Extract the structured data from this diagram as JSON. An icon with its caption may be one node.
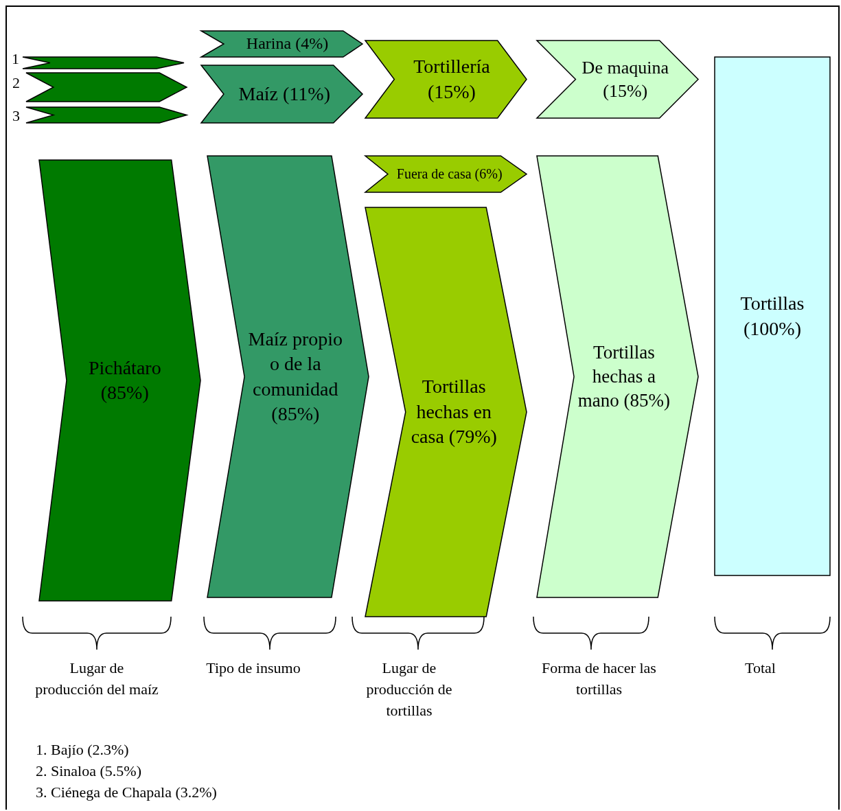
{
  "diagram": {
    "nodes": [
      {
        "text": [],
        "shape": "chevron",
        "beside": [
          "1"
        ]
      },
      {
        "text": [],
        "shape": "chevron",
        "beside": [
          "2"
        ]
      },
      {
        "text": [],
        "shape": "chevron",
        "beside": [
          "3"
        ]
      },
      {
        "text": [
          "Harina (4%)"
        ]
      },
      {
        "text": [
          "Maíz (11%)"
        ]
      },
      {
        "text": [
          "Tortillería (15%)"
        ]
      },
      {
        "text": [
          "De maquina (15%)"
        ]
      },
      {
        "text": [
          "Tortillas (100%)"
        ]
      },
      {
        "text": [
          "Pichátaro (85%)"
        ]
      },
      {
        "text": [
          "Maíz propio o de la comunidad (85%)"
        ]
      },
      {
        "text": [
          "Fuera de casa (6%)"
        ]
      },
      {
        "text": [
          "Tortillas hechas en casa (79%)"
        ]
      },
      {
        "text": [
          "Tortillas hechas a mano (85%)"
        ]
      }
    ],
    "edges": [],
    "labels": [
      "Lugar de producción del maíz",
      "Tipo de insumo",
      "Lugar de producción de tortillas",
      "Forma de hacer las tortillas",
      "Total",
      "1. Bajío (2.3%)",
      "2. Sinaloa (5.5%)",
      "3. Ciénega de Chapala (3.2%)"
    ]
  }
}
